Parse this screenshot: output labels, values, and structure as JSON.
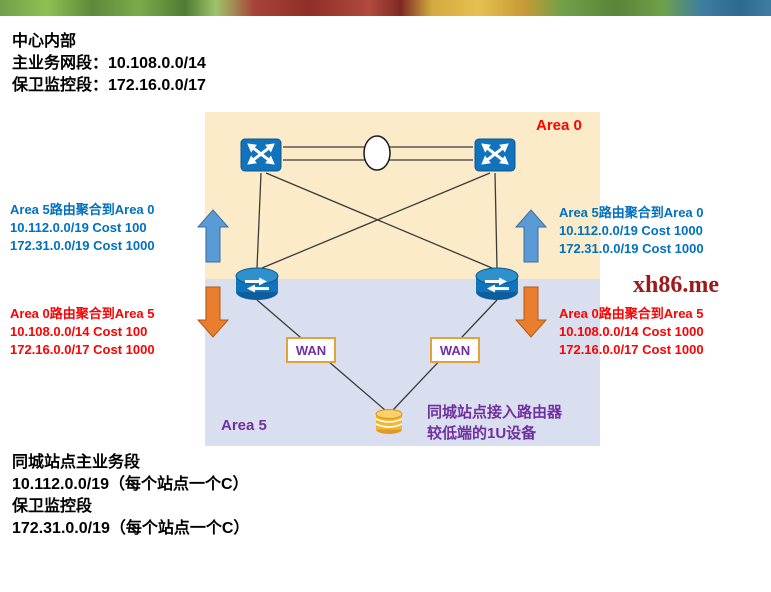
{
  "colors": {
    "blue_text": "#0070C0",
    "red_text": "#FF0000",
    "purple_text": "#7030A0",
    "area0_bg": "#FCEBC8",
    "area5_bg": "#DADFF0",
    "up_arrow": "#5B9BD5",
    "down_arrow": "#E97F2E",
    "device_blue": "#1173BC",
    "device_gold": "#F5B62F",
    "watermark_red": "#9C1A1C"
  },
  "top_info": {
    "lines": [
      "中心内部",
      "主业务网段：10.108.0.0/14",
      "保卫监控段：172.16.0.0/17"
    ]
  },
  "area0": {
    "label": "Area 0"
  },
  "area5": {
    "label": "Area 5"
  },
  "annotations": {
    "up_left": {
      "lines": [
        "Area 5路由聚合到Area 0",
        "10.112.0.0/19 Cost 100",
        "172.31.0.0/19 Cost 1000"
      ]
    },
    "up_right": {
      "lines": [
        "Area 5路由聚合到Area 0",
        "10.112.0.0/19 Cost 1000",
        "172.31.0.0/19 Cost 1000"
      ]
    },
    "down_left": {
      "lines": [
        "Area 0路由聚合到Area 5",
        "10.108.0.0/14 Cost 100",
        "172.16.0.0/17 Cost 1000"
      ]
    },
    "down_right": {
      "lines": [
        "Area 0路由聚合到Area 5",
        "10.108.0.0/14 Cost 1000",
        "172.16.0.0/17 Cost 1000"
      ]
    }
  },
  "wan": {
    "label": "WAN"
  },
  "bottom_router": {
    "caption_lines": [
      "同城站点接入路由器",
      "较低端的1U设备"
    ]
  },
  "watermark": {
    "text": "xh86.me"
  },
  "bottom_info": {
    "lines": [
      "同城站点主业务段",
      "10.112.0.0/19（每个站点一个C）",
      "保卫监控段",
      "172.31.0.0/19（每个站点一个C）"
    ]
  },
  "icons": {
    "core_switch": "switch-icon",
    "core_router": "router-icon",
    "access_router": "small-gold-router-icon"
  }
}
